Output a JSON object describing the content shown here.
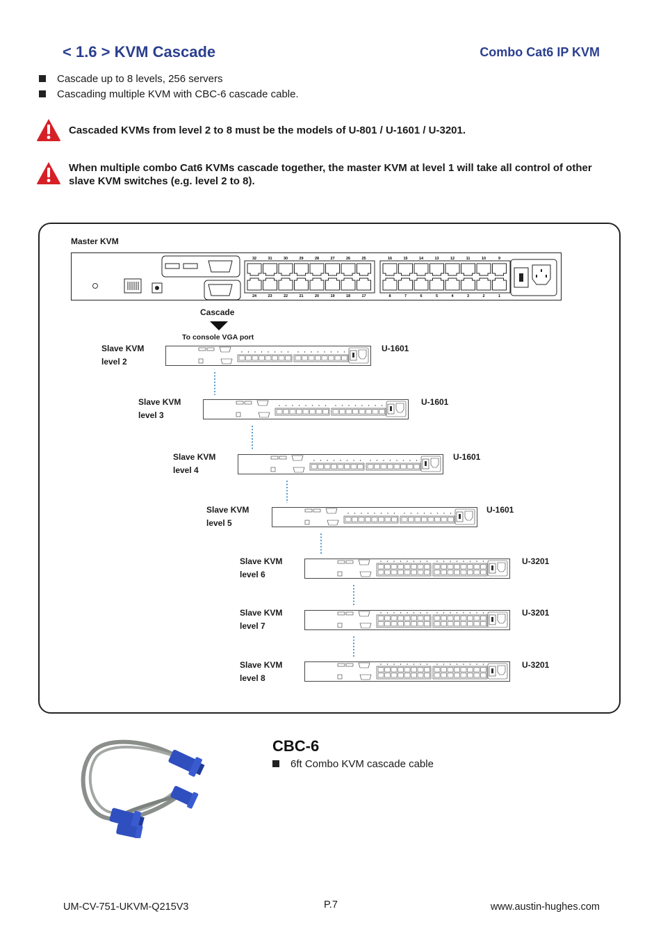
{
  "header": {
    "section_title": "< 1.6 > KVM Cascade",
    "product_name": "Combo  Cat6 IP KVM"
  },
  "bullets": [
    "Cascade up to 8 levels, 256 servers",
    "Cascading multiple KVM with CBC-6 cascade cable."
  ],
  "warnings": [
    "Cascaded KVMs from level 2 to 8 must be the models of U-801 / U-1601 / U-3201.",
    "When multiple combo Cat6 KVMs cascade together, the master KVM at level 1 will take all control of other slave KVM switches (e.g. level 2 to 8)."
  ],
  "diagram": {
    "master_label": "Master KVM",
    "master_port_numbers_top": [
      "32",
      "31",
      "30",
      "29",
      "28",
      "27",
      "26",
      "25",
      "16",
      "15",
      "14",
      "13",
      "12",
      "11",
      "10",
      "9"
    ],
    "master_port_numbers_bottom": [
      "24",
      "23",
      "22",
      "21",
      "20",
      "19",
      "18",
      "17",
      "8",
      "7",
      "6",
      "5",
      "4",
      "3",
      "2",
      "1"
    ],
    "cascade_label": "Cascade",
    "console_port_label": "To console VGA port",
    "slaves": [
      {
        "name": "Slave KVM",
        "level": "level 2",
        "model": "U-1601"
      },
      {
        "name": "Slave KVM",
        "level": "level 3",
        "model": "U-1601"
      },
      {
        "name": "Slave KVM",
        "level": "level 4",
        "model": "U-1601"
      },
      {
        "name": "Slave KVM",
        "level": "level 5",
        "model": "U-1601"
      },
      {
        "name": "Slave KVM",
        "level": "level 6",
        "model": "U-3201"
      },
      {
        "name": "Slave KVM",
        "level": "level 7",
        "model": "U-3201"
      },
      {
        "name": "Slave KVM",
        "level": "level 8",
        "model": "U-3201"
      }
    ]
  },
  "cable": {
    "title": "CBC-6",
    "description": "6ft Combo KVM cascade cable",
    "cable_color": "#8a8f8c",
    "connector_color": "#2f4fbf"
  },
  "footer": {
    "doc_id": "UM-CV-751-UKVM-Q215V3",
    "page": "P.7",
    "website": "www.austin-hughes.com"
  },
  "colors": {
    "title": "#2b3f8f",
    "warning": "#d62027",
    "dotted_line": "#2a7fc0"
  }
}
